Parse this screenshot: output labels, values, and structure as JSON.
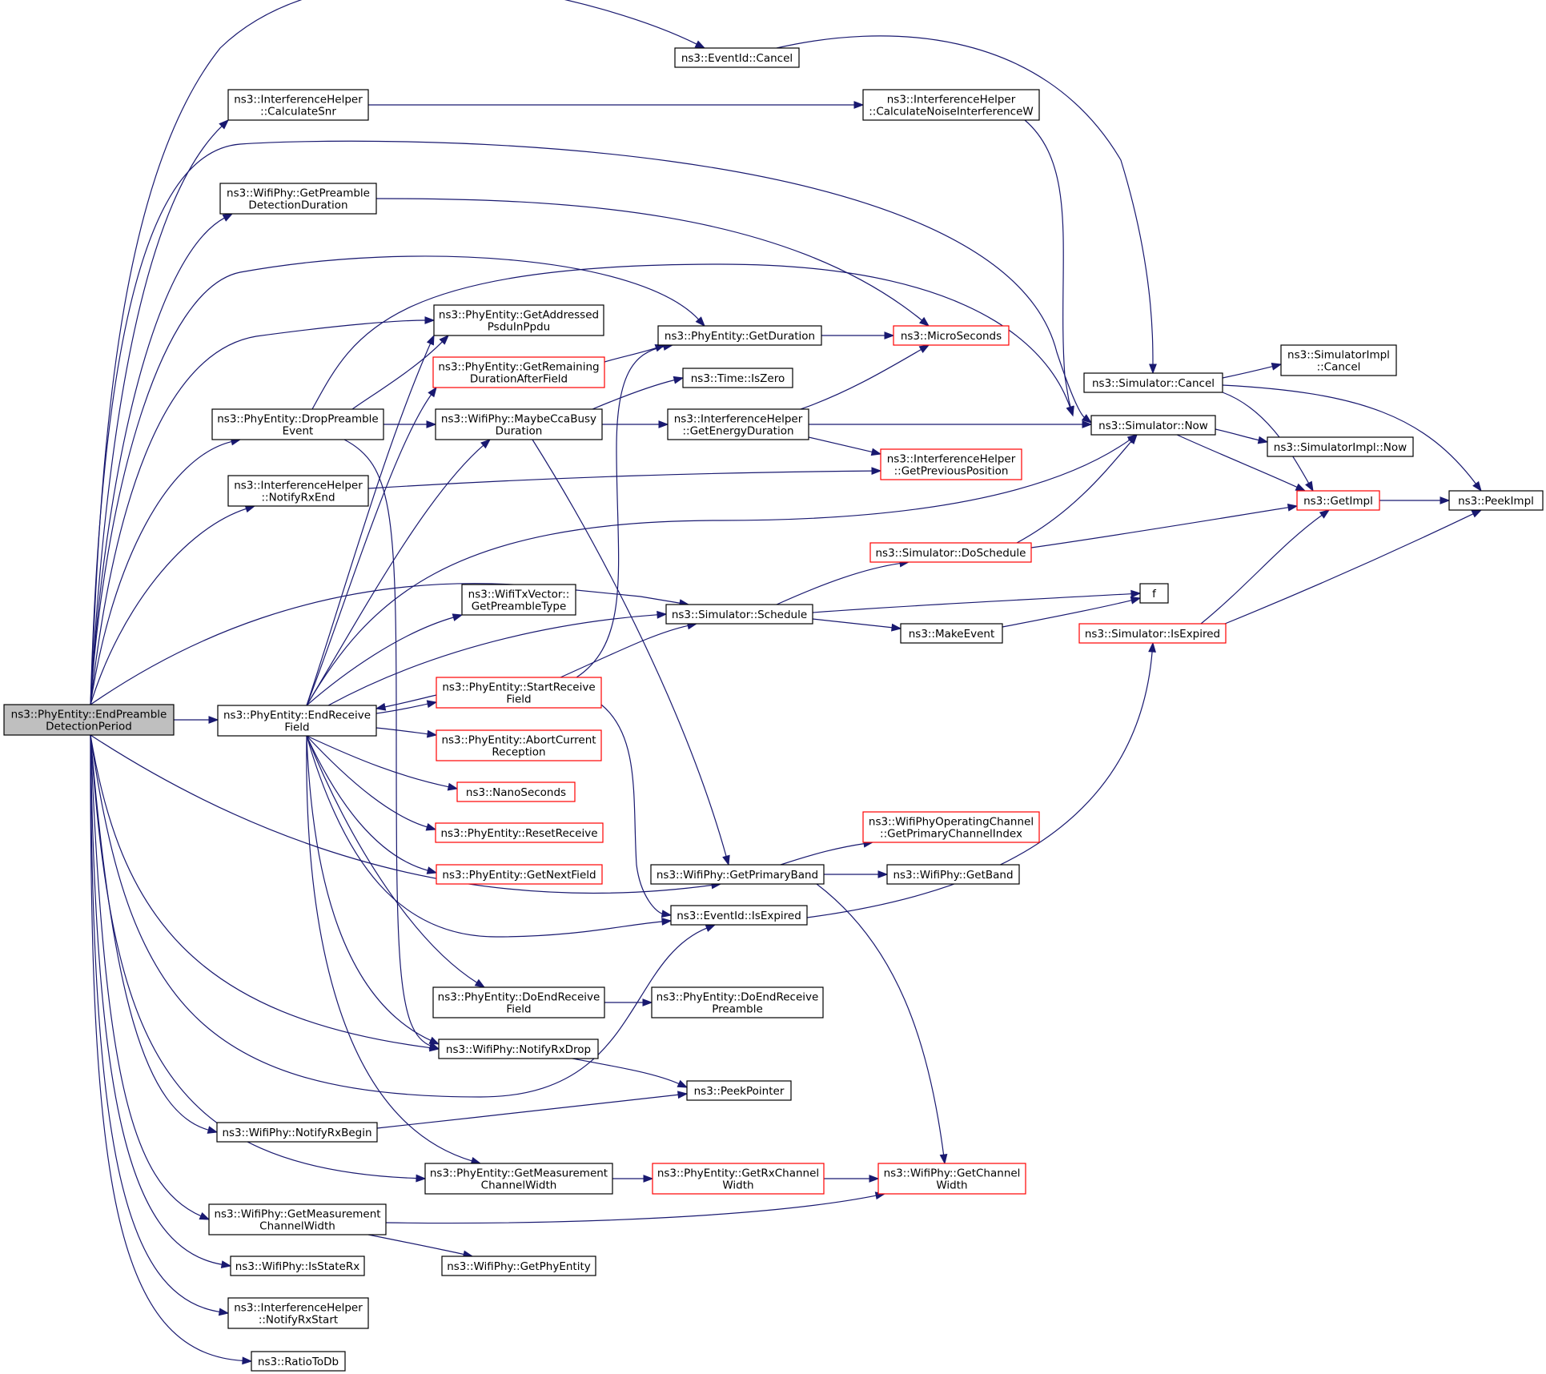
{
  "colors": {
    "edge": "#191970",
    "node_border_normal": "#000000",
    "node_border_truncated": "#ff0000",
    "root_fill": "#bfbfbf",
    "node_fill": "#ffffff"
  },
  "nodes": [
    {
      "id": "EndPreamble",
      "lines": [
        "ns3::PhyEntity::EndPreamble",
        "DetectionPeriod"
      ],
      "style": "root"
    },
    {
      "id": "EventIdCancel",
      "lines": [
        "ns3::EventId::Cancel"
      ],
      "style": "normal"
    },
    {
      "id": "CalculateSnr",
      "lines": [
        "ns3::InterferenceHelper",
        "::CalculateSnr"
      ],
      "style": "normal"
    },
    {
      "id": "CalcNoiseInt",
      "lines": [
        "ns3::InterferenceHelper",
        "::CalculateNoiseInterferenceW"
      ],
      "style": "normal"
    },
    {
      "id": "GetPreambleDet",
      "lines": [
        "ns3::WifiPhy::GetPreamble",
        "DetectionDuration"
      ],
      "style": "normal"
    },
    {
      "id": "GetAddressed",
      "lines": [
        "ns3::PhyEntity::GetAddressed",
        "PsduInPpdu"
      ],
      "style": "normal"
    },
    {
      "id": "GetDuration",
      "lines": [
        "ns3::PhyEntity::GetDuration"
      ],
      "style": "normal"
    },
    {
      "id": "MicroSeconds",
      "lines": [
        "ns3::MicroSeconds"
      ],
      "style": "truncated"
    },
    {
      "id": "GetRemaining",
      "lines": [
        "ns3::PhyEntity::GetRemaining",
        "DurationAfterField"
      ],
      "style": "truncated"
    },
    {
      "id": "TimeIsZero",
      "lines": [
        "ns3::Time::IsZero"
      ],
      "style": "normal"
    },
    {
      "id": "SimCancel",
      "lines": [
        "ns3::Simulator::Cancel"
      ],
      "style": "normal"
    },
    {
      "id": "SimImplCancel",
      "lines": [
        "ns3::SimulatorImpl",
        "::Cancel"
      ],
      "style": "normal"
    },
    {
      "id": "DropPreamble",
      "lines": [
        "ns3::PhyEntity::DropPreamble",
        "Event"
      ],
      "style": "normal"
    },
    {
      "id": "MaybeCcaBusy",
      "lines": [
        "ns3::WifiPhy::MaybeCcaBusy",
        "Duration"
      ],
      "style": "normal"
    },
    {
      "id": "GetEnergyDur",
      "lines": [
        "ns3::InterferenceHelper",
        "::GetEnergyDuration"
      ],
      "style": "normal"
    },
    {
      "id": "SimNow",
      "lines": [
        "ns3::Simulator::Now"
      ],
      "style": "normal"
    },
    {
      "id": "SimImplNow",
      "lines": [
        "ns3::SimulatorImpl::Now"
      ],
      "style": "normal"
    },
    {
      "id": "NotifyRxEndIH",
      "lines": [
        "ns3::InterferenceHelper",
        "::NotifyRxEnd"
      ],
      "style": "normal"
    },
    {
      "id": "GetPrevPos",
      "lines": [
        "ns3::InterferenceHelper",
        "::GetPreviousPosition"
      ],
      "style": "truncated"
    },
    {
      "id": "GetImpl",
      "lines": [
        "ns3::GetImpl"
      ],
      "style": "truncated"
    },
    {
      "id": "PeekImpl",
      "lines": [
        "ns3::PeekImpl"
      ],
      "style": "normal"
    },
    {
      "id": "DoSchedule",
      "lines": [
        "ns3::Simulator::DoSchedule"
      ],
      "style": "truncated"
    },
    {
      "id": "GetPreambleType",
      "lines": [
        "ns3::WifiTxVector::",
        "GetPreambleType"
      ],
      "style": "normal"
    },
    {
      "id": "f",
      "lines": [
        "f"
      ],
      "style": "normal"
    },
    {
      "id": "SimSchedule",
      "lines": [
        "ns3::Simulator::Schedule"
      ],
      "style": "normal"
    },
    {
      "id": "MakeEvent",
      "lines": [
        "ns3::MakeEvent"
      ],
      "style": "normal"
    },
    {
      "id": "SimIsExpired",
      "lines": [
        "ns3::Simulator::IsExpired"
      ],
      "style": "truncated"
    },
    {
      "id": "StartReceive",
      "lines": [
        "ns3::PhyEntity::StartReceive",
        "Field"
      ],
      "style": "truncated"
    },
    {
      "id": "EndReceive",
      "lines": [
        "ns3::PhyEntity::EndReceive",
        "Field"
      ],
      "style": "normal"
    },
    {
      "id": "AbortCurrent",
      "lines": [
        "ns3::PhyEntity::AbortCurrent",
        "Reception"
      ],
      "style": "truncated"
    },
    {
      "id": "NanoSeconds",
      "lines": [
        "ns3::NanoSeconds"
      ],
      "style": "truncated"
    },
    {
      "id": "WifiPhyOpChan",
      "lines": [
        "ns3::WifiPhyOperatingChannel",
        "::GetPrimaryChannelIndex"
      ],
      "style": "truncated"
    },
    {
      "id": "ResetReceive",
      "lines": [
        "ns3::PhyEntity::ResetReceive"
      ],
      "style": "truncated"
    },
    {
      "id": "GetNextField",
      "lines": [
        "ns3::PhyEntity::GetNextField"
      ],
      "style": "truncated"
    },
    {
      "id": "GetPrimaryBand",
      "lines": [
        "ns3::WifiPhy::GetPrimaryBand"
      ],
      "style": "normal"
    },
    {
      "id": "GetBand",
      "lines": [
        "ns3::WifiPhy::GetBand"
      ],
      "style": "normal"
    },
    {
      "id": "EventIdIsExpired",
      "lines": [
        "ns3::EventId::IsExpired"
      ],
      "style": "normal"
    },
    {
      "id": "DoEndRecvField",
      "lines": [
        "ns3::PhyEntity::DoEndReceive",
        "Field"
      ],
      "style": "normal"
    },
    {
      "id": "DoEndRecvPreamble",
      "lines": [
        "ns3::PhyEntity::DoEndReceive",
        "Preamble"
      ],
      "style": "normal"
    },
    {
      "id": "NotifyRxDrop",
      "lines": [
        "ns3::WifiPhy::NotifyRxDrop"
      ],
      "style": "normal"
    },
    {
      "id": "PeekPointer",
      "lines": [
        "ns3::PeekPointer"
      ],
      "style": "normal"
    },
    {
      "id": "NotifyRxBegin",
      "lines": [
        "ns3::WifiPhy::NotifyRxBegin"
      ],
      "style": "normal"
    },
    {
      "id": "PhyEntGetMeasCW",
      "lines": [
        "ns3::PhyEntity::GetMeasurement",
        "ChannelWidth"
      ],
      "style": "normal"
    },
    {
      "id": "GetRxChanWidth",
      "lines": [
        "ns3::PhyEntity::GetRxChannel",
        "Width"
      ],
      "style": "truncated"
    },
    {
      "id": "GetChannelWidth",
      "lines": [
        "ns3::WifiPhy::GetChannel",
        "Width"
      ],
      "style": "truncated"
    },
    {
      "id": "WifiGetMeasCW",
      "lines": [
        "ns3::WifiPhy::GetMeasurement",
        "ChannelWidth"
      ],
      "style": "normal"
    },
    {
      "id": "IsStateRx",
      "lines": [
        "ns3::WifiPhy::IsStateRx"
      ],
      "style": "normal"
    },
    {
      "id": "GetPhyEntity",
      "lines": [
        "ns3::WifiPhy::GetPhyEntity"
      ],
      "style": "normal"
    },
    {
      "id": "NotifyRxStartIH",
      "lines": [
        "ns3::InterferenceHelper",
        "::NotifyRxStart"
      ],
      "style": "normal"
    },
    {
      "id": "RatioToDb",
      "lines": [
        "ns3::RatioToDb"
      ],
      "style": "normal"
    }
  ]
}
